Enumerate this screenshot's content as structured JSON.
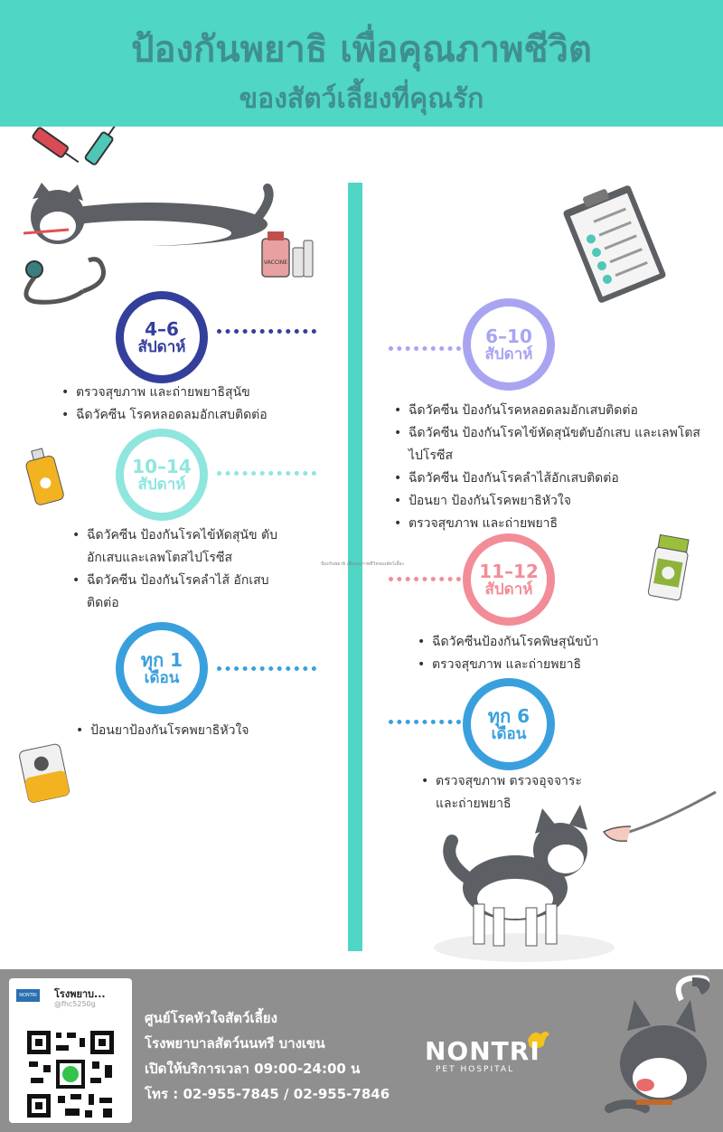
{
  "header": {
    "title_line1": "ป้องกันพยาธิ เพื่อคุณภาพชีวิต",
    "title_line2": "ของสัตว์เลี้ยงที่คุณรัก"
  },
  "note": "ป้องกันพยาธิ เพื่อคุณภาพชีวิตของสัตว์เลี้ยง",
  "timeline": {
    "left": [
      {
        "line1": "4–6",
        "line2": "สัปดาห์",
        "items": [
          "ตรวจสุขภาพ และถ่ายพยาธิสุนัข",
          "ฉีดวัคซีน โรคหลอดลมอักเสบติดต่อ"
        ]
      },
      {
        "line1": "10–14",
        "line2": "สัปดาห์",
        "items": [
          "ฉีดวัคซีน ป้องกันโรคไข้หัดสุนัข ตับอักเสบและเลพโตสไปโรซีส",
          "ฉีดวัคซีน ป้องกันโรคลำไส้ อักเสบติดต่อ"
        ]
      },
      {
        "line1": "ทุก 1",
        "line2": "เดือน",
        "items": [
          "ป้อนยาป้องกันโรคพยาธิหัวใจ"
        ]
      }
    ],
    "right": [
      {
        "line1": "6–10",
        "line2": "สัปดาห์",
        "items": [
          "ฉีดวัคซีน ป้องกันโรคหลอดลมอักเสบติดต่อ",
          "ฉีดวัคซีน ป้องกันโรคไข้หัดสุนัขตับอักเสบ และเลพโตสไปโรซีส",
          "ฉีดวัคซีน ป้องกันโรคลำไส้อักเสบติดต่อ",
          "ป้อนยา ป้องกันโรคพยาธิหัวใจ",
          "ตรวจสุขภาพ และถ่ายพยาธิ"
        ]
      },
      {
        "line1": "11–12",
        "line2": "สัปดาห์",
        "items": [
          "ฉีดวัคซีนป้องกันโรคพิษสุนัขบ้า",
          "ตรวจสุขภาพ และถ่ายพยาธิ"
        ]
      },
      {
        "line1": "ทุก 6",
        "line2": "เดือน",
        "items": [
          "ตรวจสุขภาพ ตรวจอุจจาระ และถ่ายพยาธิ"
        ]
      }
    ]
  },
  "illustrations": {
    "vaccine_label": "VACCINE"
  },
  "footer": {
    "qr_logo": "NONTRI",
    "qr_title": "โรงพยาบ...",
    "qr_id": "@fhc5250g",
    "info": [
      "ศูนย์โรคหัวใจสัตว์เลี้ยง",
      "โรงพยาบาลสัตว์นนทรี บางเขน",
      "เปิดให้บริการเวลา 09:00-24:00 น",
      "โทร : 02-955-7845 / 02-955-7846"
    ],
    "brand": "NONTRI",
    "brand_sub": "PET HOSPITAL"
  },
  "colors": {
    "header": "#4fd6c4",
    "title": "#3f8f8e",
    "c_4_6": "#343f9c",
    "c_6_10": "#a9a4f2",
    "c_10_14": "#8ee6df",
    "c_11_12": "#f28d98",
    "c_1m": "#3aa0dd",
    "c_6m": "#3aa0dd",
    "footer": "#8f8f8f"
  }
}
